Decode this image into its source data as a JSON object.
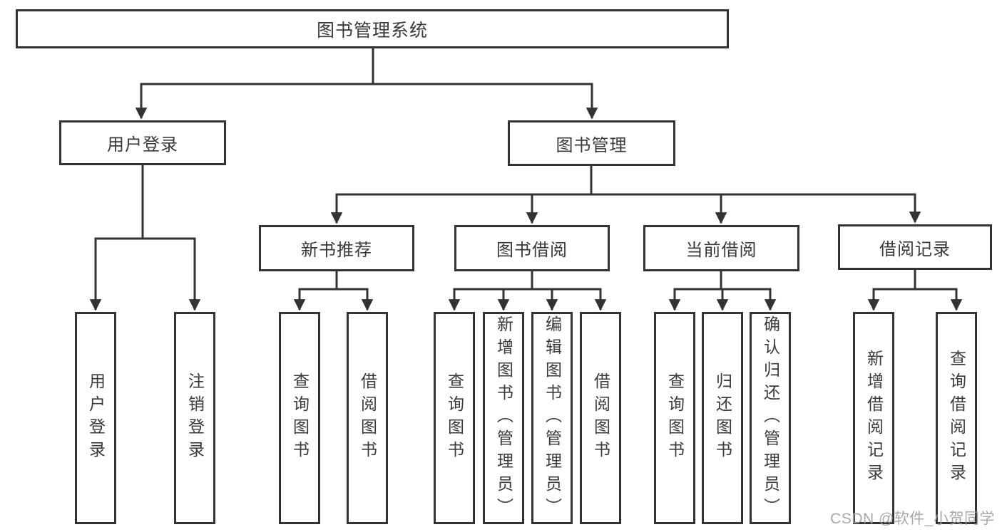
{
  "diagram": {
    "root": {
      "label": "图书管理系统"
    },
    "branches": [
      {
        "label": "用户登录",
        "children": [
          {
            "label": "用户登录"
          },
          {
            "label": "注销登录"
          }
        ]
      },
      {
        "label": "图书管理",
        "children": [
          {
            "label": "新书推荐",
            "children": [
              {
                "label": "查询图书"
              },
              {
                "label": "借阅图书"
              }
            ]
          },
          {
            "label": "图书借阅",
            "children": [
              {
                "label": "查询图书"
              },
              {
                "label": "新增图书（管理员）"
              },
              {
                "label": "编辑图书（管理员）"
              },
              {
                "label": "借阅图书"
              }
            ]
          },
          {
            "label": "当前借阅",
            "children": [
              {
                "label": "查询图书"
              },
              {
                "label": "归还图书"
              },
              {
                "label": "确认归还（管理员）"
              }
            ]
          },
          {
            "label": "借阅记录",
            "children": [
              {
                "label": "新增借阅记录"
              },
              {
                "label": "查询借阅记录"
              }
            ]
          }
        ]
      }
    ]
  },
  "watermark": {
    "text": "CSDN @软件_小贺同学"
  },
  "colors": {
    "line": "#333333",
    "box_border": "#333333",
    "text": "#3a3a3a",
    "watermark": "#9e9e9e",
    "background": "#ffffff"
  }
}
